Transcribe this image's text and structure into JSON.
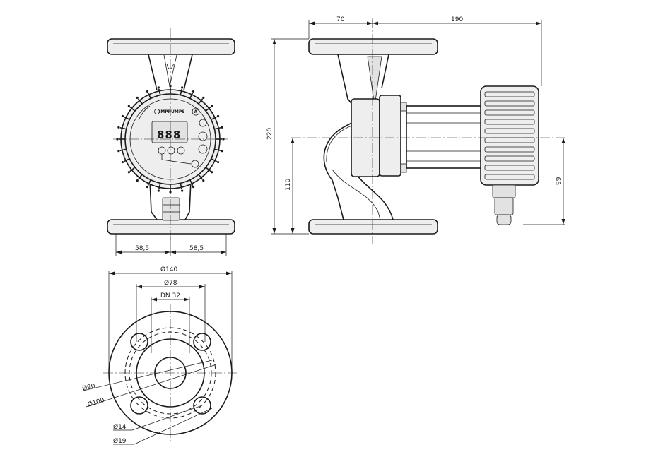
{
  "dimensions": {
    "front_left_half": "58,5",
    "front_right_half": "58,5",
    "side_top_left": "70",
    "side_top_right": "190",
    "side_height_total": "220",
    "side_height_axis": "110",
    "side_height_motor": "99",
    "flange_outer_diameter": "Ø140",
    "flange_bolt_outer": "Ø78",
    "flange_nominal": "DN 32",
    "bolt_circle_a": "Ø90",
    "bolt_circle_b": "Ø100",
    "bolt_hole_a": "Ø14",
    "bolt_hole_b": "Ø19"
  },
  "panel": {
    "brand": "IMPPUMPS",
    "auto_mark": "A",
    "digits": "888"
  },
  "icons": {
    "front_view": "pump-front-view",
    "side_view": "pump-side-view",
    "flange_view": "flange-view"
  }
}
